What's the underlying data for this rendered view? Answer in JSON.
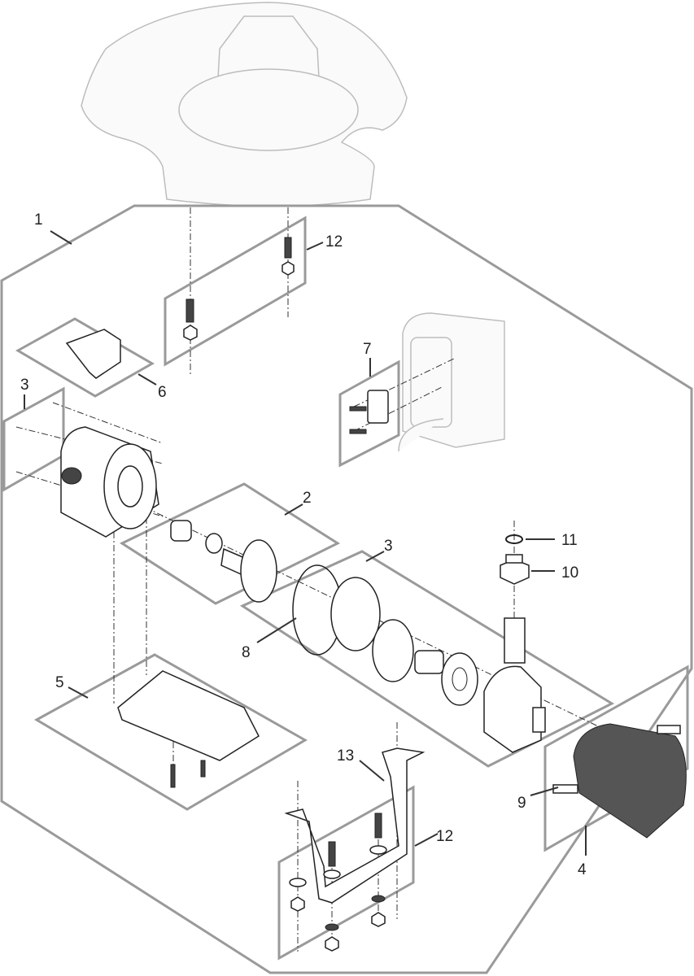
{
  "diagram": {
    "type": "exploded-parts-view",
    "callouts": [
      {
        "id": "1",
        "label": "1"
      },
      {
        "id": "12a",
        "label": "12"
      },
      {
        "id": "7",
        "label": "7"
      },
      {
        "id": "6",
        "label": "6"
      },
      {
        "id": "3a",
        "label": "3"
      },
      {
        "id": "2",
        "label": "2"
      },
      {
        "id": "3b",
        "label": "3"
      },
      {
        "id": "11",
        "label": "11"
      },
      {
        "id": "10",
        "label": "10"
      },
      {
        "id": "8",
        "label": "8"
      },
      {
        "id": "5",
        "label": "5"
      },
      {
        "id": "13",
        "label": "13"
      },
      {
        "id": "12b",
        "label": "12"
      },
      {
        "id": "9",
        "label": "9"
      },
      {
        "id": "4",
        "label": "4"
      }
    ],
    "colors": {
      "panel": "#9a9a9a",
      "line": "#222222",
      "ghost": "#bdbdbd"
    }
  }
}
